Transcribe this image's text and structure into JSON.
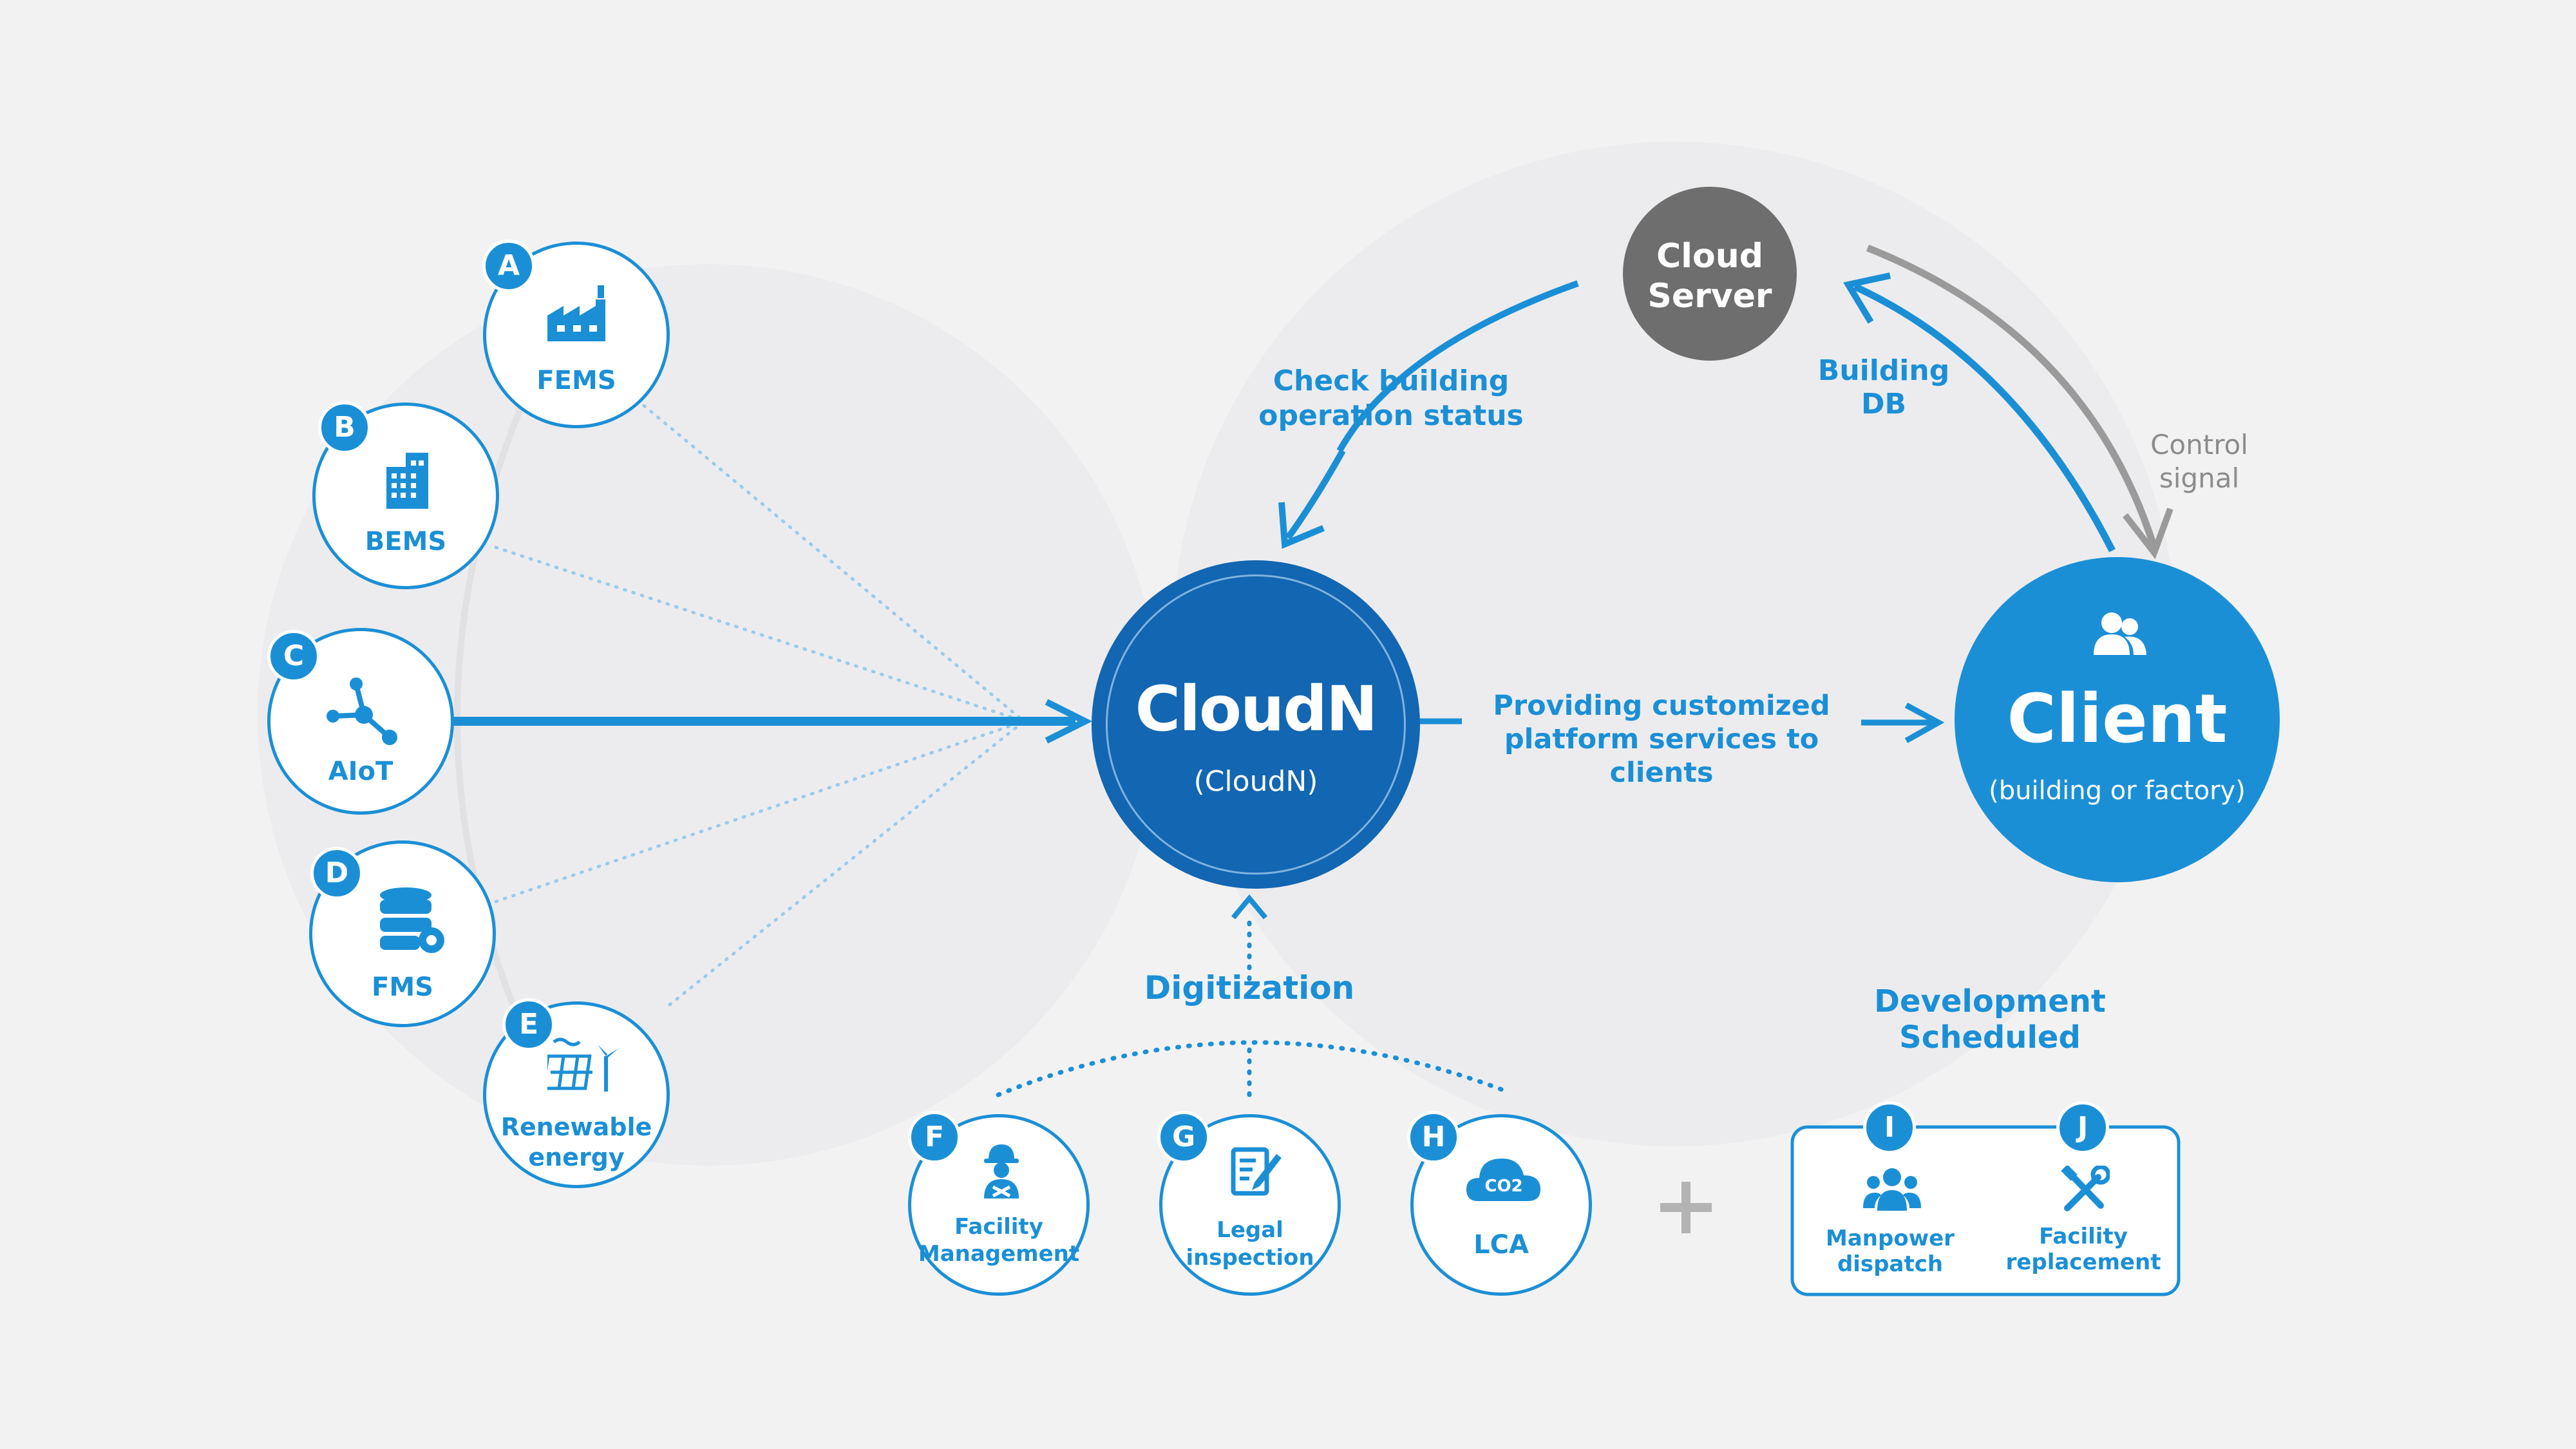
{
  "modules": [
    {
      "key": "A",
      "label": "FEMS",
      "icon": "factory-icon"
    },
    {
      "key": "B",
      "label": "BEMS",
      "icon": "building-icon"
    },
    {
      "key": "C",
      "label": "AIoT",
      "icon": "network-icon"
    },
    {
      "key": "D",
      "label": "FMS",
      "icon": "database-gear-icon"
    },
    {
      "key": "E",
      "label_lines": [
        "Renewable",
        "energy"
      ],
      "icon": "renewable-energy-icon"
    }
  ],
  "center": {
    "logo": "CloudN",
    "subtitle": "(CloudN)"
  },
  "server": {
    "lines": [
      "Cloud",
      "Server"
    ]
  },
  "client": {
    "title": "Client",
    "subtitle": "(building or factory)",
    "icon": "users-icon"
  },
  "flows": {
    "check_status": [
      "Check building",
      "operation status"
    ],
    "building_db": [
      "Building",
      "DB"
    ],
    "control_signal": [
      "Control",
      "signal"
    ],
    "providing": [
      "Providing customized",
      "platform services to clients"
    ],
    "digitization": "Digitization"
  },
  "digitization_items": [
    {
      "key": "F",
      "label_lines": [
        "Facility",
        "Management"
      ],
      "icon": "worker-icon"
    },
    {
      "key": "G",
      "label_lines": [
        "Legal",
        "inspection"
      ],
      "icon": "document-pen-icon"
    },
    {
      "key": "H",
      "label": "LCA",
      "icon": "co2-cloud-icon",
      "icon_text": "CO2"
    }
  ],
  "plus": "+",
  "scheduled": {
    "title_lines": [
      "Development",
      "Scheduled"
    ],
    "items": [
      {
        "key": "I",
        "label_lines": [
          "Manpower",
          "dispatch"
        ],
        "icon": "team-icon"
      },
      {
        "key": "J",
        "label_lines": [
          "Facility",
          "replacement"
        ],
        "icon": "tools-icon"
      }
    ]
  },
  "colors": {
    "primary": "#1b8fd6",
    "dark": "#1266b2",
    "gray": "#6e6e6e",
    "light_gray": "#9a9a9a",
    "background": "#f2f2f3"
  }
}
